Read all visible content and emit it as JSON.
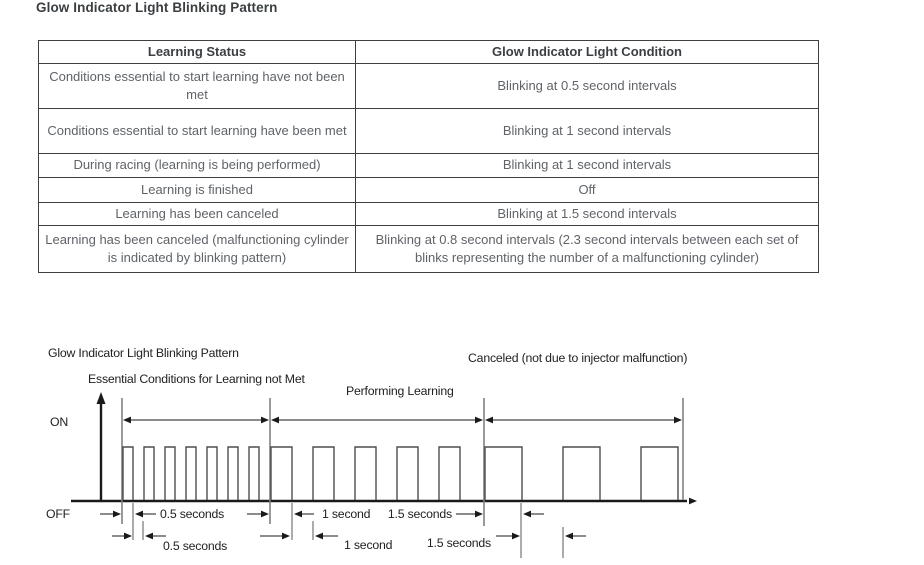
{
  "page_title": "Glow Indicator Light Blinking Pattern",
  "table": {
    "headers": [
      "Learning Status",
      "Glow Indicator Light Condition"
    ],
    "rows": [
      [
        "Conditions essential to start learning have not been met",
        "Blinking at 0.5 second intervals"
      ],
      [
        "Conditions essential to start learning have been met",
        "Blinking at 1 second intervals"
      ],
      [
        "During racing (learning is being performed)",
        "Blinking at 1 second intervals"
      ],
      [
        "Learning is finished",
        "Off"
      ],
      [
        "Learning has been canceled",
        "Blinking at 1.5 second intervals"
      ],
      [
        "Learning has been canceled (malfunctioning cylinder is indicated by blinking pattern)",
        "Blinking at 0.8 second intervals (2.3 second intervals between each set of blinks representing the number of a malfunctioning cylinder)"
      ]
    ]
  },
  "diagram": {
    "title": "Glow Indicator Light Blinking Pattern",
    "on_label": "ON",
    "off_label": "OFF",
    "sections": [
      {
        "label": "Essential Conditions for Learning not Met",
        "pulses": 7,
        "on_duration": "0.5 seconds",
        "off_duration": "0.5 seconds"
      },
      {
        "label": "Performing Learning",
        "pulses": 5,
        "on_duration": "1 second",
        "off_duration": "1 second"
      },
      {
        "label": "Canceled (not due to injector malfunction)",
        "pulses": 3,
        "on_duration": "1.5 seconds",
        "off_duration": "1.5 seconds"
      }
    ]
  },
  "colors": {
    "heading_text": "#3b3f42",
    "body_text": "#5f6368",
    "table_border": "#3f3f3f",
    "diagram_text": "#212121",
    "axis_line": "#1a1a1a",
    "waveform_line": "#4d4d4d",
    "boundary_line": "#808080"
  }
}
